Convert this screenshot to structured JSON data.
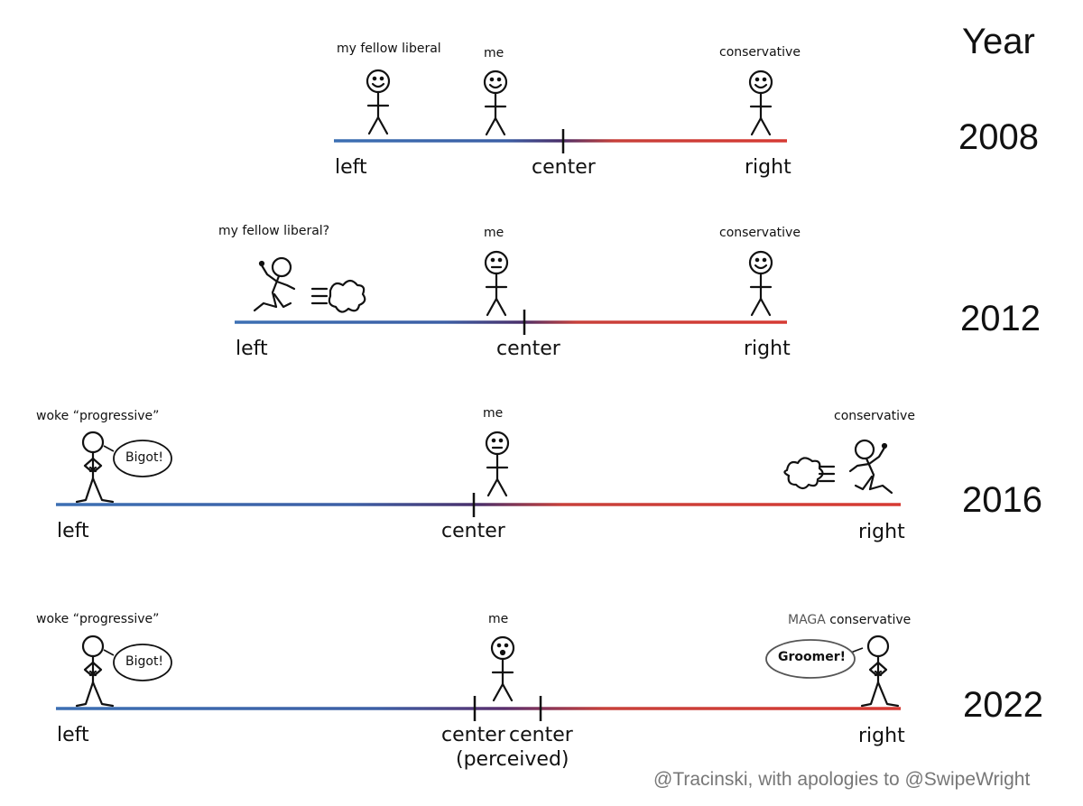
{
  "year_header": "Year",
  "credit": "@Tracinski, with apologies to @SwipeWright",
  "rows": [
    {
      "year": "2008",
      "axis": {
        "left": "left",
        "center": "center",
        "right": "right"
      },
      "figures": {
        "left": "my fellow liberal",
        "middle": "me",
        "right": "conservative"
      }
    },
    {
      "year": "2012",
      "axis": {
        "left": "left",
        "center": "center",
        "right": "right"
      },
      "figures": {
        "left": "my fellow liberal?",
        "middle": "me",
        "right": "conservative"
      }
    },
    {
      "year": "2016",
      "axis": {
        "left": "left",
        "center": "center",
        "right": "right"
      },
      "figures": {
        "left": "woke “progressive”",
        "middle": "me",
        "right": "conservative"
      },
      "bubble_left": "Bigot!"
    },
    {
      "year": "2022",
      "axis": {
        "left": "left",
        "center_1": "center",
        "center_2": "center",
        "perceived": "(perceived)",
        "right": "right"
      },
      "figures": {
        "left": "woke “progressive”",
        "middle": "me",
        "right_prefix": "MAGA",
        "right": "conservative"
      },
      "bubble_left": "Bigot!",
      "bubble_right": "Groomer!"
    }
  ],
  "colors": {
    "left": "#3c6fb3",
    "center": "#5a2f6e",
    "right": "#d63a33"
  }
}
